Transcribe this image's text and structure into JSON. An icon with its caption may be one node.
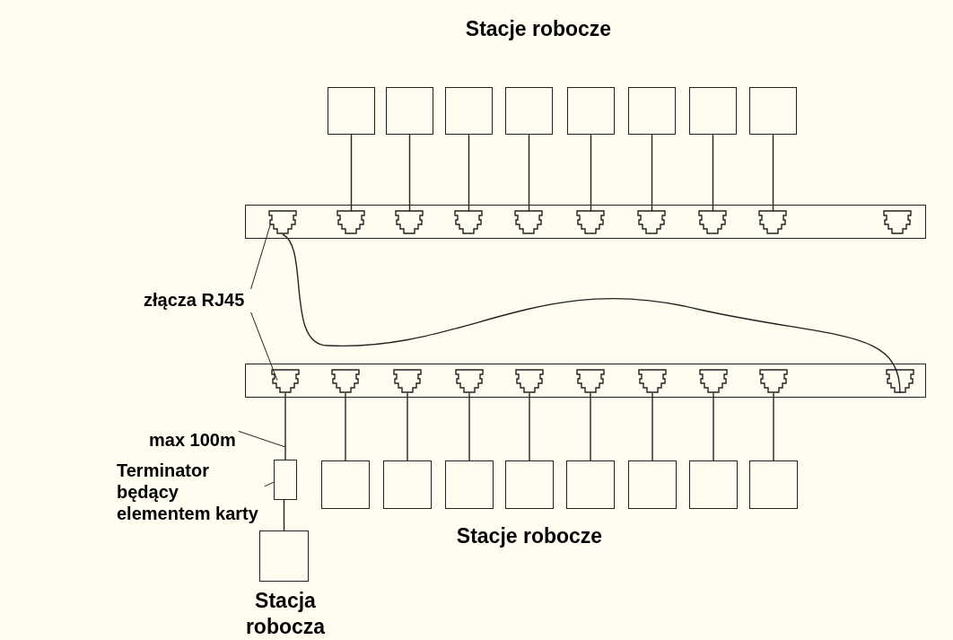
{
  "diagram": {
    "nodes": [
      {
        "text": [],
        "shape": "box"
      },
      {
        "text": [],
        "shape": "box"
      },
      {
        "text": [],
        "shape": "box"
      },
      {
        "text": [],
        "shape": "box"
      },
      {
        "text": [],
        "shape": "box"
      },
      {
        "text": [],
        "shape": "box"
      },
      {
        "text": [],
        "shape": "box"
      },
      {
        "text": [],
        "shape": "box"
      },
      {
        "text": [],
        "shape": "bar"
      },
      {
        "text": [],
        "shape": "socket",
        "in": 8
      },
      {
        "text": [],
        "shape": "socket",
        "in": 8
      },
      {
        "text": [],
        "shape": "socket",
        "in": 8
      },
      {
        "text": [],
        "shape": "socket",
        "in": 8
      },
      {
        "text": [],
        "shape": "socket",
        "in": 8
      },
      {
        "text": [],
        "shape": "socket",
        "in": 8
      },
      {
        "text": [],
        "shape": "socket",
        "in": 8
      },
      {
        "text": [],
        "shape": "socket",
        "in": 8
      },
      {
        "text": [],
        "shape": "socket",
        "in": 8
      },
      {
        "text": [],
        "shape": "socket",
        "in": 8
      },
      {
        "text": [
          "złącza RJ45"
        ]
      },
      {
        "text": [],
        "shape": "bar"
      },
      {
        "text": [],
        "shape": "socket",
        "in": 20
      },
      {
        "text": [],
        "shape": "socket",
        "in": 20
      },
      {
        "text": [],
        "shape": "socket",
        "in": 20
      },
      {
        "text": [],
        "shape": "socket",
        "in": 20
      },
      {
        "text": [],
        "shape": "socket",
        "in": 20
      },
      {
        "text": [],
        "shape": "socket",
        "in": 20
      },
      {
        "text": [],
        "shape": "socket",
        "in": 20
      },
      {
        "text": [],
        "shape": "socket",
        "in": 20
      },
      {
        "text": [],
        "shape": "socket",
        "in": 20
      },
      {
        "text": [],
        "shape": "socket",
        "in": 20
      },
      {
        "text": [],
        "shape": "box"
      },
      {
        "text": [],
        "shape": "box"
      },
      {
        "text": [],
        "shape": "box"
      },
      {
        "text": [],
        "shape": "box"
      },
      {
        "text": [],
        "shape": "box"
      },
      {
        "text": [],
        "shape": "box"
      },
      {
        "text": [],
        "shape": "box"
      },
      {
        "text": [],
        "shape": "box"
      },
      {
        "text": [
          "max 100m"
        ]
      },
      {
        "text": [
          "Terminator będący elementem karty"
        ]
      },
      {
        "text": [],
        "shape": "box"
      },
      {
        "text": [],
        "shape": "box",
        "beside": [
          "Stacja robocza"
        ]
      }
    ],
    "edges": [
      {
        "from": 0,
        "to": 10,
        "arrow": "none"
      },
      {
        "from": 1,
        "to": 11,
        "arrow": "none"
      },
      {
        "from": 2,
        "to": 12,
        "arrow": "none"
      },
      {
        "from": 3,
        "to": 13,
        "arrow": "none"
      },
      {
        "from": 4,
        "to": 14,
        "arrow": "none"
      },
      {
        "from": 5,
        "to": 15,
        "arrow": "none"
      },
      {
        "from": 6,
        "to": 16,
        "arrow": "none"
      },
      {
        "from": 7,
        "to": 17,
        "arrow": "none"
      },
      {
        "from": 9,
        "to": 30,
        "arrow": "none"
      },
      {
        "from": 19,
        "to": 9,
        "arrow": "none"
      },
      {
        "from": 19,
        "to": 21,
        "arrow": "none"
      },
      {
        "from": 22,
        "to": 31,
        "arrow": "none"
      },
      {
        "from": 23,
        "to": 32,
        "arrow": "none"
      },
      {
        "from": 24,
        "to": 33,
        "arrow": "none"
      },
      {
        "from": 25,
        "to": 34,
        "arrow": "none"
      },
      {
        "from": 26,
        "to": 35,
        "arrow": "none"
      },
      {
        "from": 27,
        "to": 36,
        "arrow": "none"
      },
      {
        "from": 28,
        "to": 37,
        "arrow": "none"
      },
      {
        "from": 29,
        "to": 38,
        "arrow": "none"
      },
      {
        "from": 21,
        "to": 41,
        "arrow": "none"
      },
      {
        "from": 41,
        "to": 42,
        "arrow": "none"
      },
      {
        "from": 39,
        "to": null,
        "arrow": "none"
      },
      {
        "from": 40,
        "to": 41,
        "arrow": "none"
      }
    ],
    "labels": [
      "Stacje robocze",
      "Stacje robocze"
    ]
  }
}
